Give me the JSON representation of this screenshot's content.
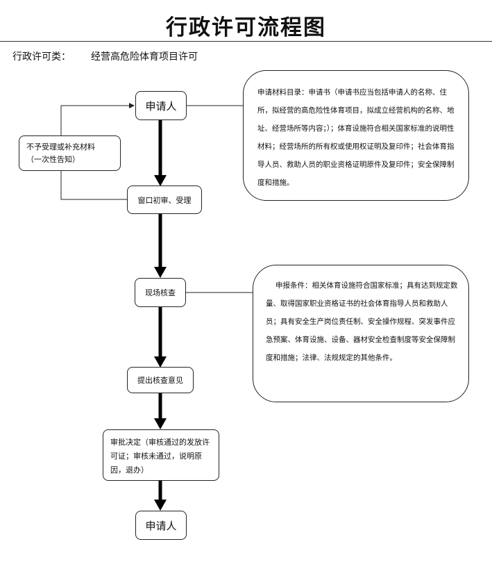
{
  "title": "行政许可流程图",
  "category": {
    "label": "行政许可类：",
    "value": "经营高危险体育项目许可"
  },
  "flow": {
    "applicant_top": "申请人",
    "window_review": "窗口初审、受理",
    "site_inspection": "现场核查",
    "submit_opinion": "提出核查意见",
    "approval_decision": "审批决定（审核通过的发放许可证；审核未通过，说明原因，退办）",
    "applicant_bottom": "申请人",
    "not_accepted_line1": "不予受理或补充材料",
    "not_accepted_line2": "（一次性告知）"
  },
  "notes": {
    "materials": "申请材料目录：申请书（申请书应当包括申请人的名称、住所，拟经营的高危险性体育项目，拟成立经营机构的名称、地址、经营场所等内容；）；体育设施符合相关国家标准的说明性材料；经营场所的所有权或使用权证明及复印件；社会体育指导人员、救助人员的职业资格证明原件及复印件；安全保障制度和措施。",
    "conditions": "申报条件：相关体育设施符合国家标准；具有达到规定数量、取得国家职业资格证书的社会体育指导人员和救助人员；具有安全生产岗位责任制、安全操作规程、突发事件应急预案、体育设施、设备、器材安全检查制度等安全保障制度和措施；法律、法规规定的其他条件。"
  }
}
